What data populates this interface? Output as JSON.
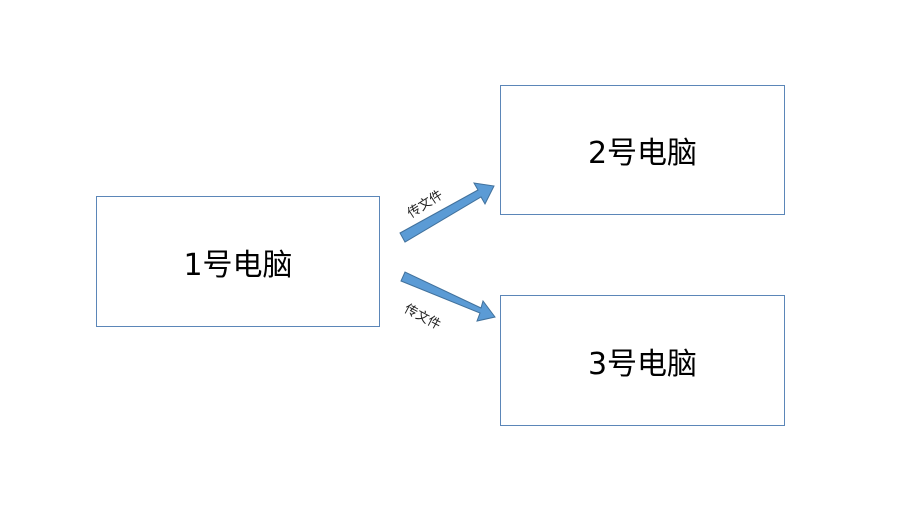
{
  "diagram": {
    "nodes": [
      {
        "id": "pc1",
        "label": "1号电脑"
      },
      {
        "id": "pc2",
        "label": "2号电脑"
      },
      {
        "id": "pc3",
        "label": "3号电脑"
      }
    ],
    "edges": [
      {
        "from": "pc1",
        "to": "pc2",
        "label": "传文件"
      },
      {
        "from": "pc1",
        "to": "pc3",
        "label": "传文件"
      }
    ]
  },
  "colors": {
    "box_border": "#5b86b8",
    "arrow_fill": "#5b9bd5",
    "arrow_stroke": "#41719c"
  }
}
